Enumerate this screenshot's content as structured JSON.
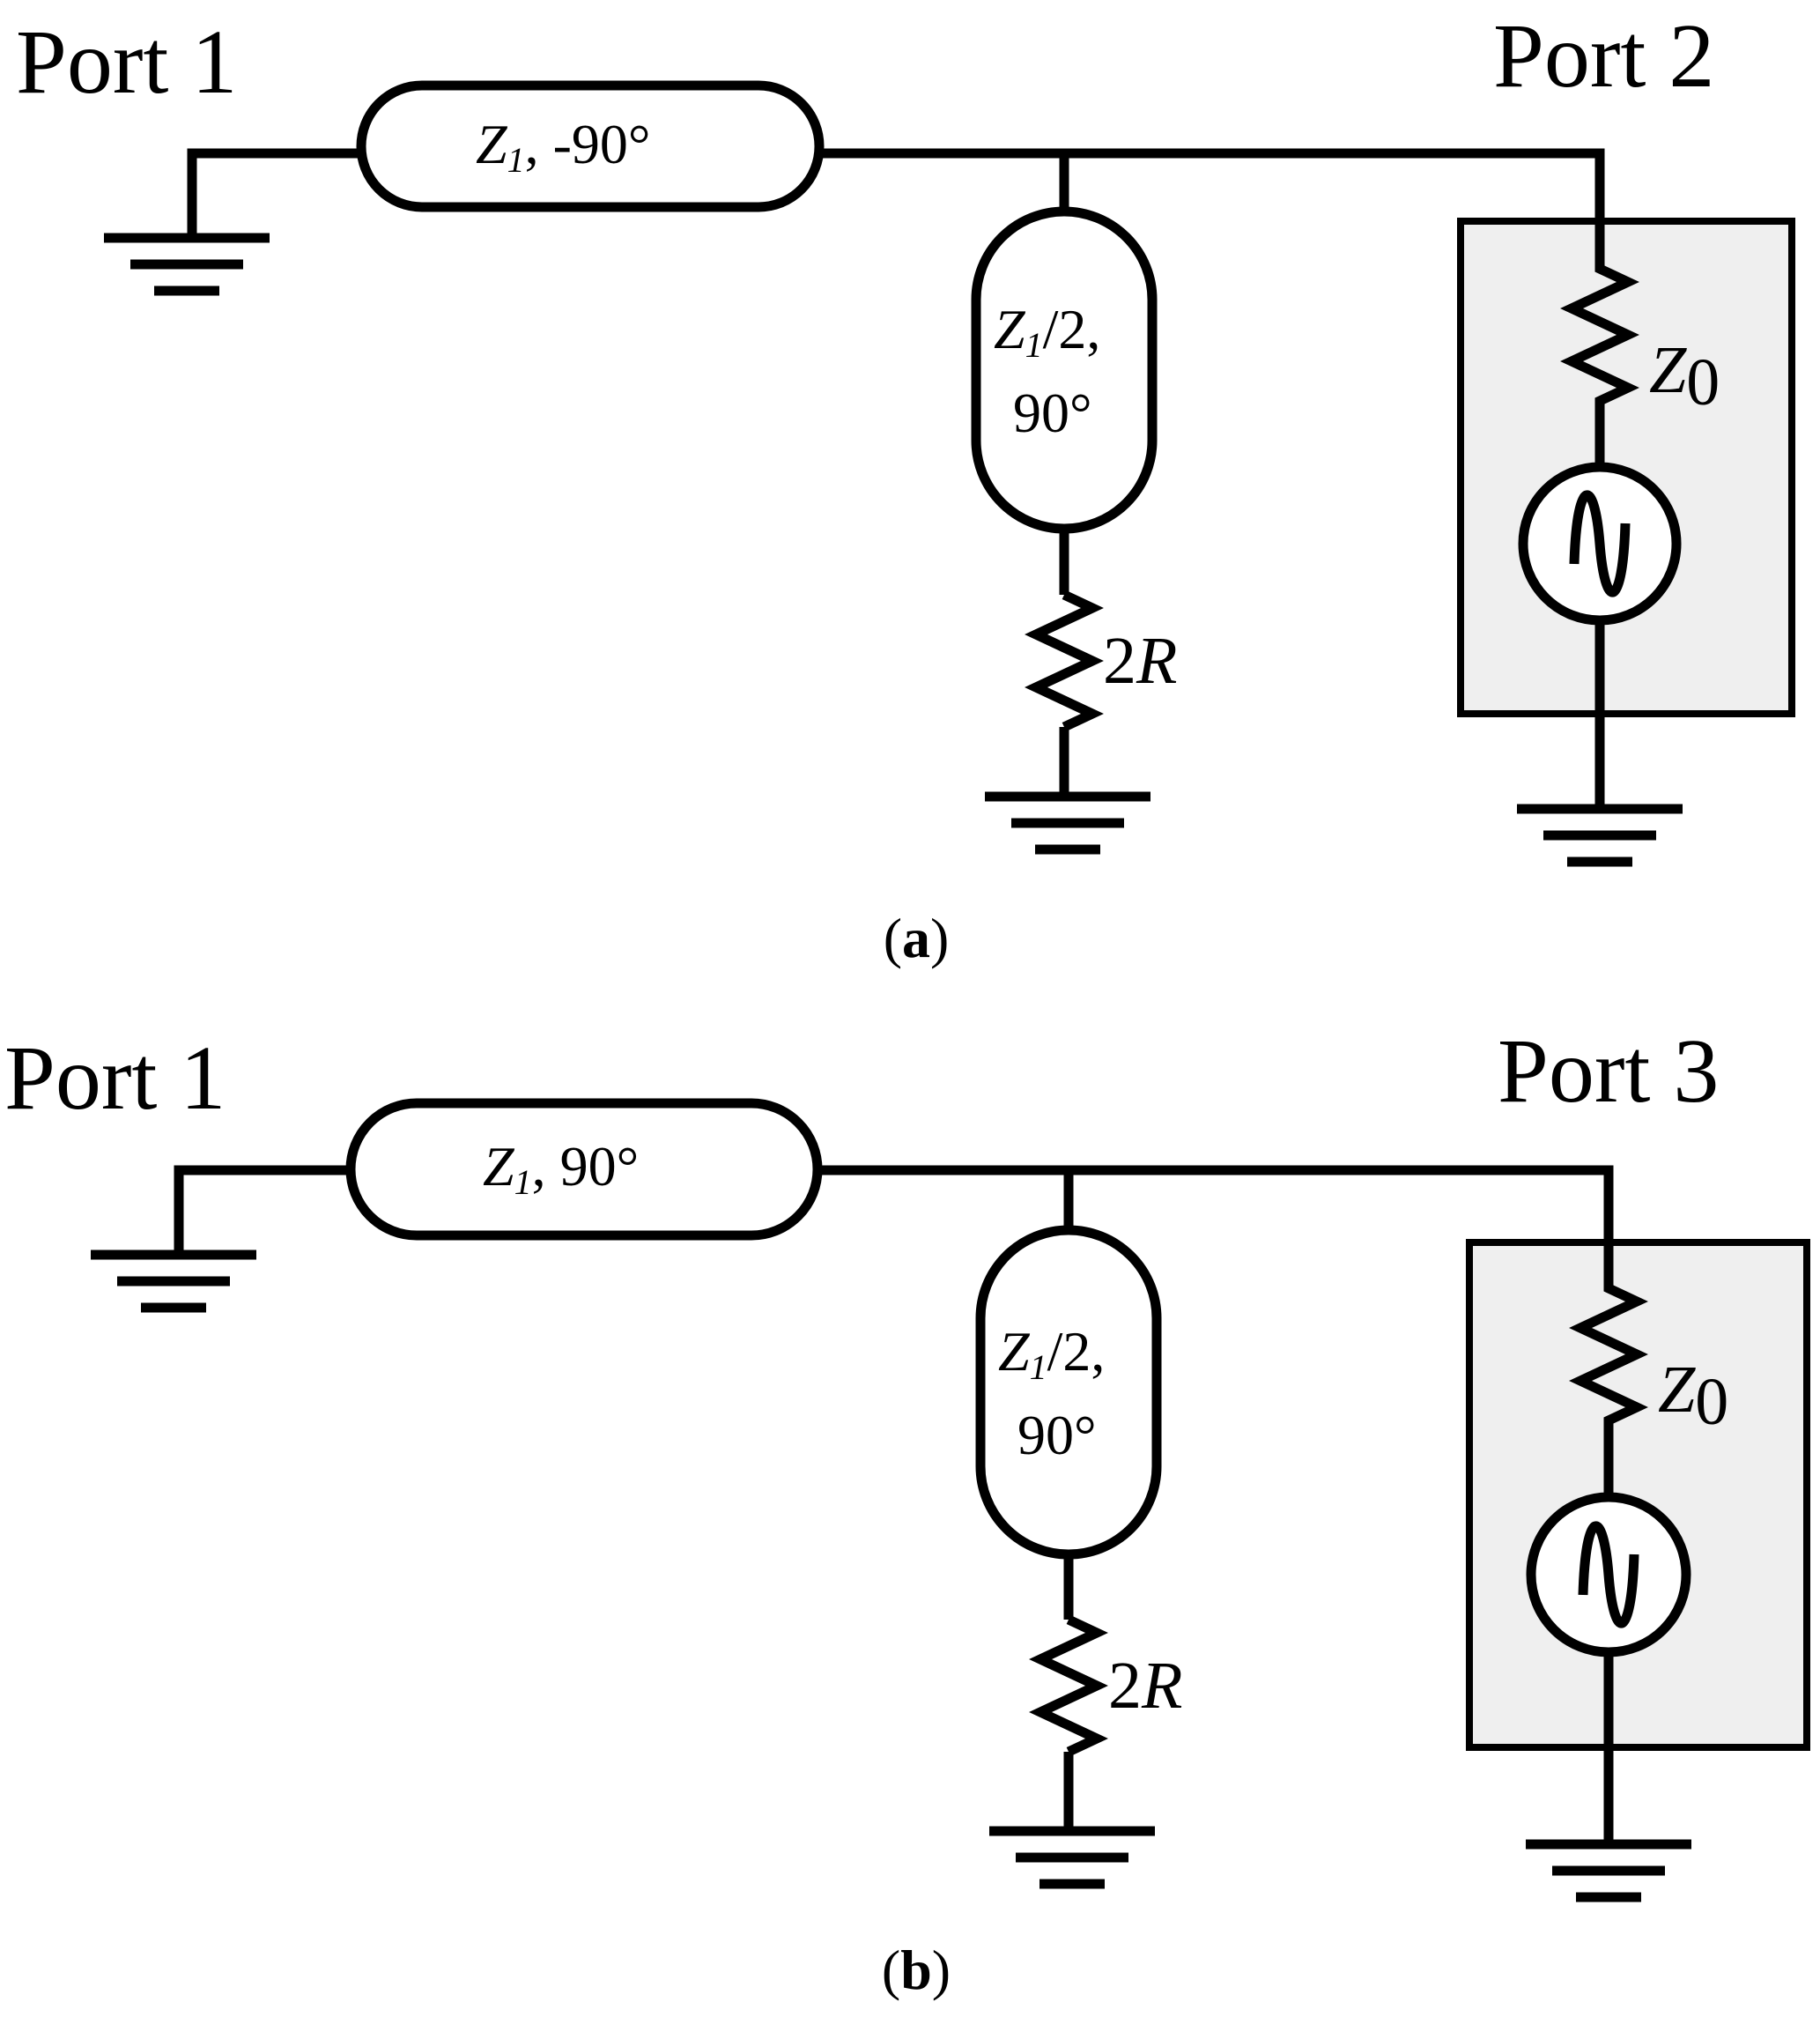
{
  "panel_a": {
    "caption_open": "(",
    "caption_letter": "a",
    "caption_close": ")",
    "left_port": "Port 1",
    "right_port": "Port 2",
    "series_line": {
      "z": "Z",
      "sub": "1",
      "rest": ", -90°"
    },
    "stub_line": {
      "z": "Z",
      "sub": "1",
      "rest": "/2,",
      "line2": "90°"
    },
    "isolation_resistor": {
      "num": "2",
      "var": "R"
    },
    "port_impedance": {
      "z": "Z",
      "sub": "0"
    }
  },
  "panel_b": {
    "caption_open": "(",
    "caption_letter": "b",
    "caption_close": ")",
    "left_port": "Port 1",
    "right_port": "Port 3",
    "series_line": {
      "z": "Z",
      "sub": "1",
      "rest": ", 90°"
    },
    "stub_line": {
      "z": "Z",
      "sub": "1",
      "rest": "/2,",
      "line2": "90°"
    },
    "isolation_resistor": {
      "num": "2",
      "var": "R"
    },
    "port_impedance": {
      "z": "Z",
      "sub": "0"
    }
  }
}
